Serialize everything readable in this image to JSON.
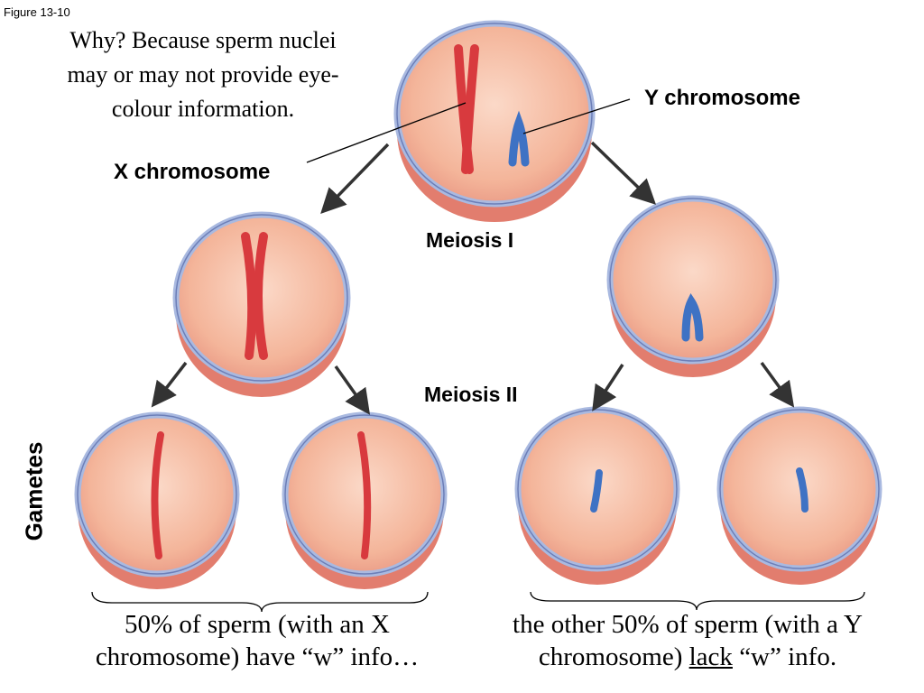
{
  "figure_label": "Figure 13-10",
  "why_text": "Why? Because sperm nuclei may or may not provide eye-colour information.",
  "labels": {
    "x_chromosome": "X chromosome",
    "y_chromosome": "Y chromosome",
    "meiosis_1": "Meiosis I",
    "meiosis_2": "Meiosis II",
    "gametes": "Gametes"
  },
  "captions": {
    "left_line1": "50% of sperm (with an X",
    "left_line2": "chromosome) have “w” info…",
    "right_line1": "the other 50% of sperm (with a Y",
    "right_line2_a": "chromosome) ",
    "right_line2_u": "lack",
    "right_line2_b": " “w” info."
  },
  "colors": {
    "cell_fill": "#f4b59a",
    "cell_edge": "#d9776a",
    "membrane": "#a9b9e0",
    "x_chromosome": "#d83a3e",
    "y_chromosome": "#3e72c4"
  }
}
